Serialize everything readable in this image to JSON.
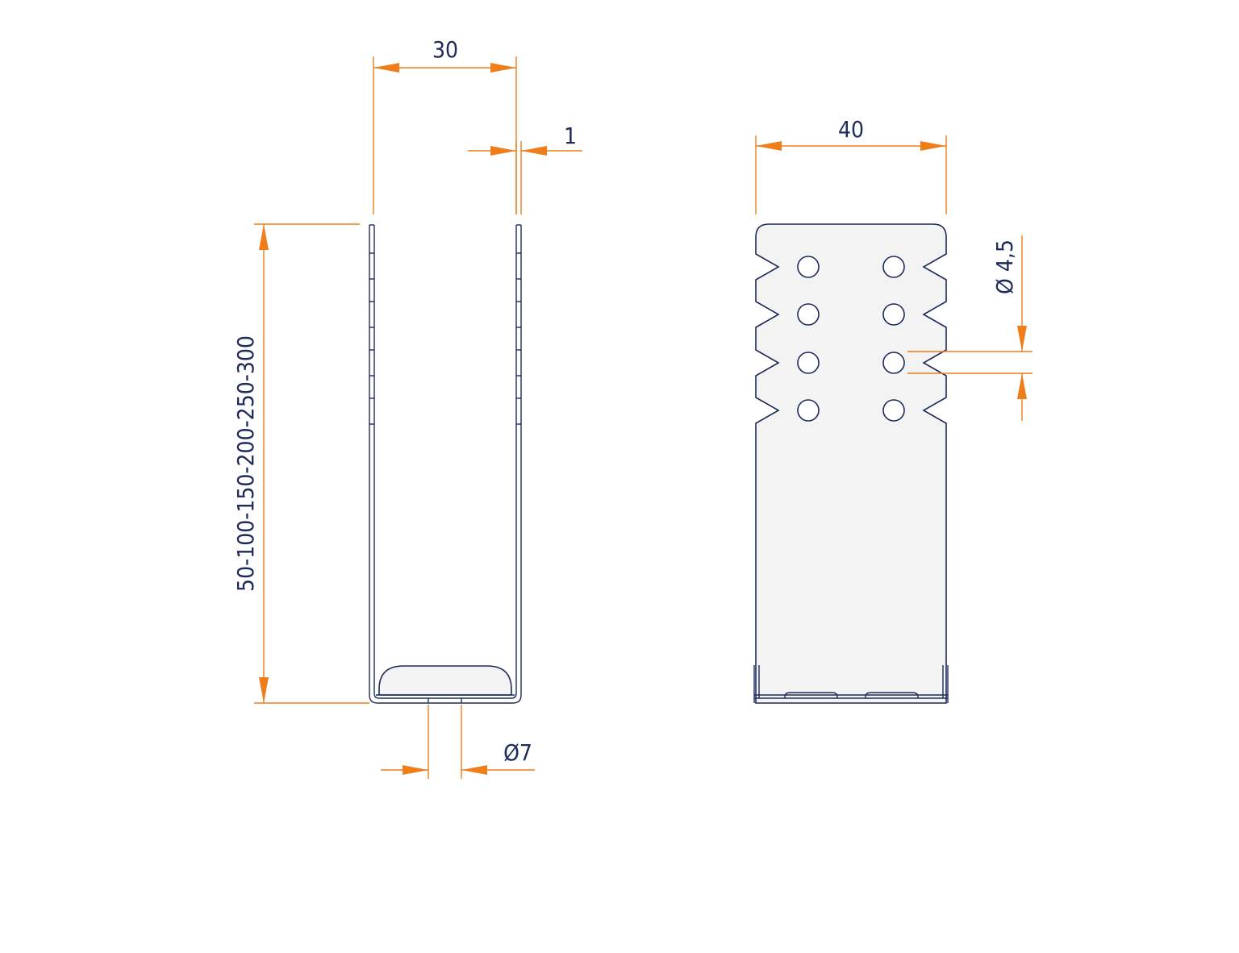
{
  "colors": {
    "dimension": "#ee7d1a",
    "outline": "#1d2a5a",
    "fill": "#f3f3f3",
    "text": "#1d2a5a"
  },
  "dimensions": {
    "width_side": "30",
    "thickness": "1",
    "height": "50-100-150-200-250-300",
    "bottom_hole": "Ø7",
    "width_front": "40",
    "nail_hole": "Ø 4,5"
  }
}
